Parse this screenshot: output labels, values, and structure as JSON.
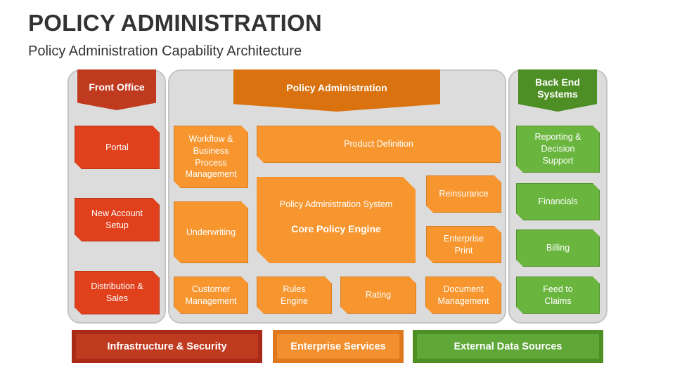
{
  "title": "POLICY ADMINISTRATION",
  "subtitle": "Policy Administration Capability Architecture",
  "front_office": {
    "heading": "Front Office",
    "items": [
      "Portal",
      "New Account\nSetup",
      "Distribution &\nSales"
    ]
  },
  "policy_admin": {
    "heading": "Policy Administration",
    "workflow": "Workflow &\nBusiness\nProcess\nManagement",
    "product_definition": "Product Definition",
    "underwriting": "Underwriting",
    "core_subtitle": "Policy Administration System",
    "core_title": "Core Policy Engine",
    "reinsurance": "Reinsurance",
    "enterprise_print": "Enterprise\nPrint",
    "customer_management": "Customer\nManagement",
    "rules_engine": "Rules\nEngine",
    "rating": "Rating",
    "document_management": "Document\nManagement"
  },
  "back_end": {
    "heading": "Back End\nSystems",
    "items": [
      "Reporting &\nDecision\nSupport",
      "Financials",
      "Billing",
      "Feed to\nClaims"
    ]
  },
  "footer": {
    "infrastructure": "Infrastructure & Security",
    "enterprise_services": "Enterprise Services",
    "external_data": "External Data Sources"
  },
  "colors": {
    "front_office": "#e0401b",
    "policy_admin": "#f7962f",
    "back_end": "#6ab53e",
    "banner_red": "#c03a1f",
    "banner_orange": "#d9720f",
    "banner_green": "#4d8f24"
  }
}
